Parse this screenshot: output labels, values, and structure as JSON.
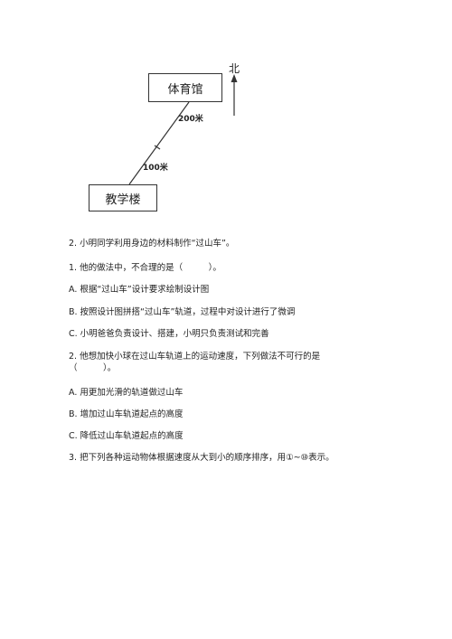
{
  "diagram": {
    "gym_label": "体育馆",
    "teaching_label": "教学楼",
    "distance_upper": "200米",
    "distance_lower": "100米",
    "north_label": "北"
  },
  "questions": {
    "q2_title": "2. 小明同学利用身边的材料制作“过山车”。",
    "q2_1": "1. 他的做法中，不合理的是（　　　）。",
    "q2_1_a": "A. 根据“过山车”设计要求绘制设计图",
    "q2_1_b": "B. 按照设计图拼搭“过山车”轨道，过程中对设计进行了微调",
    "q2_1_c": "C. 小明爸爸负责设计、搭建，小明只负责测试和完善",
    "q2_2": "2. 他想加快小球在过山车轨道上的运动速度，下列做法不可行的是",
    "q2_2_blank": "（　　　）。",
    "q2_2_a": "A. 用更加光滑的轨道做过山车",
    "q2_2_b": "B. 增加过山车轨道起点的高度",
    "q2_2_c": "C. 降低过山车轨道起点的高度",
    "q3": "3. 把下列各种运动物体根据速度从大到小的顺序排序，用①~⑩表示。"
  }
}
